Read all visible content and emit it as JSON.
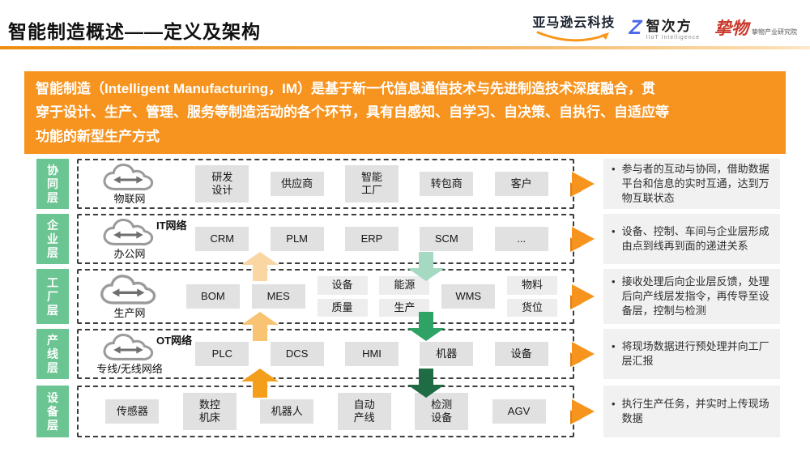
{
  "header": {
    "title": "智能制造概述——定义及架构",
    "logos": {
      "aws": "亚马逊云科技",
      "zhicifang": "智次方",
      "zhicifang_sub": "IIoT Intelligence",
      "zhiwu": "挚物",
      "zhiwu_sub": "挚物产业研究院"
    }
  },
  "banner": {
    "lines": [
      "智能制造（Intelligent Manufacturing，IM）是基于新一代信息通信技术与先进制造技术深度融合，贯",
      "穿于设计、生产、管理、服务等制造活动的各个环节，具有自感知、自学习、自决策、自执行、自适应等",
      "功能的新型生产方式"
    ],
    "background_color": "#f79420"
  },
  "diagram": {
    "bullet_glyph": "•",
    "label_color": "#6ac592",
    "side_arrow_color": "#f7941d",
    "layers": [
      {
        "label": "协同层",
        "network_label": "",
        "cloud_label": "物联网",
        "boxes": [
          {
            "lines": [
              "研发",
              "设计"
            ]
          },
          {
            "lines": [
              "供应商"
            ]
          },
          {
            "lines": [
              "智能",
              "工厂"
            ]
          },
          {
            "lines": [
              "转包商"
            ]
          },
          {
            "lines": [
              "客户"
            ]
          }
        ],
        "bullet": "参与者的互动与协同，借助数据平台和信息的实时互通，达到万物互联状态"
      },
      {
        "label": "企业层",
        "network_label": "IT网络",
        "cloud_label": "办公网",
        "boxes": [
          {
            "lines": [
              "CRM"
            ]
          },
          {
            "lines": [
              "PLM"
            ]
          },
          {
            "lines": [
              "ERP"
            ]
          },
          {
            "lines": [
              "SCM"
            ]
          },
          {
            "lines": [
              "..."
            ]
          }
        ],
        "bullet": "设备、控制、车间与企业层形成由点到线再到面的递进关系"
      },
      {
        "label": "工厂层",
        "network_label": "",
        "cloud_label": "生产网",
        "boxes": [
          {
            "lines": [
              "BOM"
            ]
          },
          {
            "lines": [
              "MES"
            ]
          },
          {
            "stack": [
              "设备",
              "质量"
            ]
          },
          {
            "stack": [
              "能源",
              "生产"
            ]
          },
          {
            "lines": [
              "WMS"
            ]
          },
          {
            "stack": [
              "物料",
              "货位"
            ]
          }
        ],
        "bullet": "接收处理后向企业层反馈，处理后向产线层发指令，再传导至设备层，控制与检测"
      },
      {
        "label": "产线层",
        "network_label": "OT网络",
        "cloud_label": "专线/无线网络",
        "boxes": [
          {
            "lines": [
              "PLC"
            ]
          },
          {
            "lines": [
              "DCS"
            ]
          },
          {
            "lines": [
              "HMI"
            ]
          },
          {
            "lines": [
              "机器"
            ]
          },
          {
            "lines": [
              "设备"
            ]
          }
        ],
        "bullet": "将现场数据进行预处理并向工厂层汇报"
      },
      {
        "label": "设备层",
        "network_label": "",
        "cloud_label": "",
        "boxes": [
          {
            "lines": [
              "传感器"
            ]
          },
          {
            "lines": [
              "数控",
              "机床"
            ]
          },
          {
            "lines": [
              "机器人"
            ]
          },
          {
            "lines": [
              "自动",
              "产线"
            ]
          },
          {
            "lines": [
              "检测",
              "设备"
            ]
          },
          {
            "lines": [
              "AGV"
            ]
          }
        ],
        "bullet": "执行生产任务，并实时上传现场数据"
      }
    ],
    "flow_arrows": [
      {
        "up_color": "#fad7a2",
        "down_color": "#a6d9c1"
      },
      {
        "up_color": "#f8c474",
        "down_color": "#2fa266"
      },
      {
        "up_color": "#f49f1c",
        "down_color": "#1e6b44"
      }
    ]
  }
}
